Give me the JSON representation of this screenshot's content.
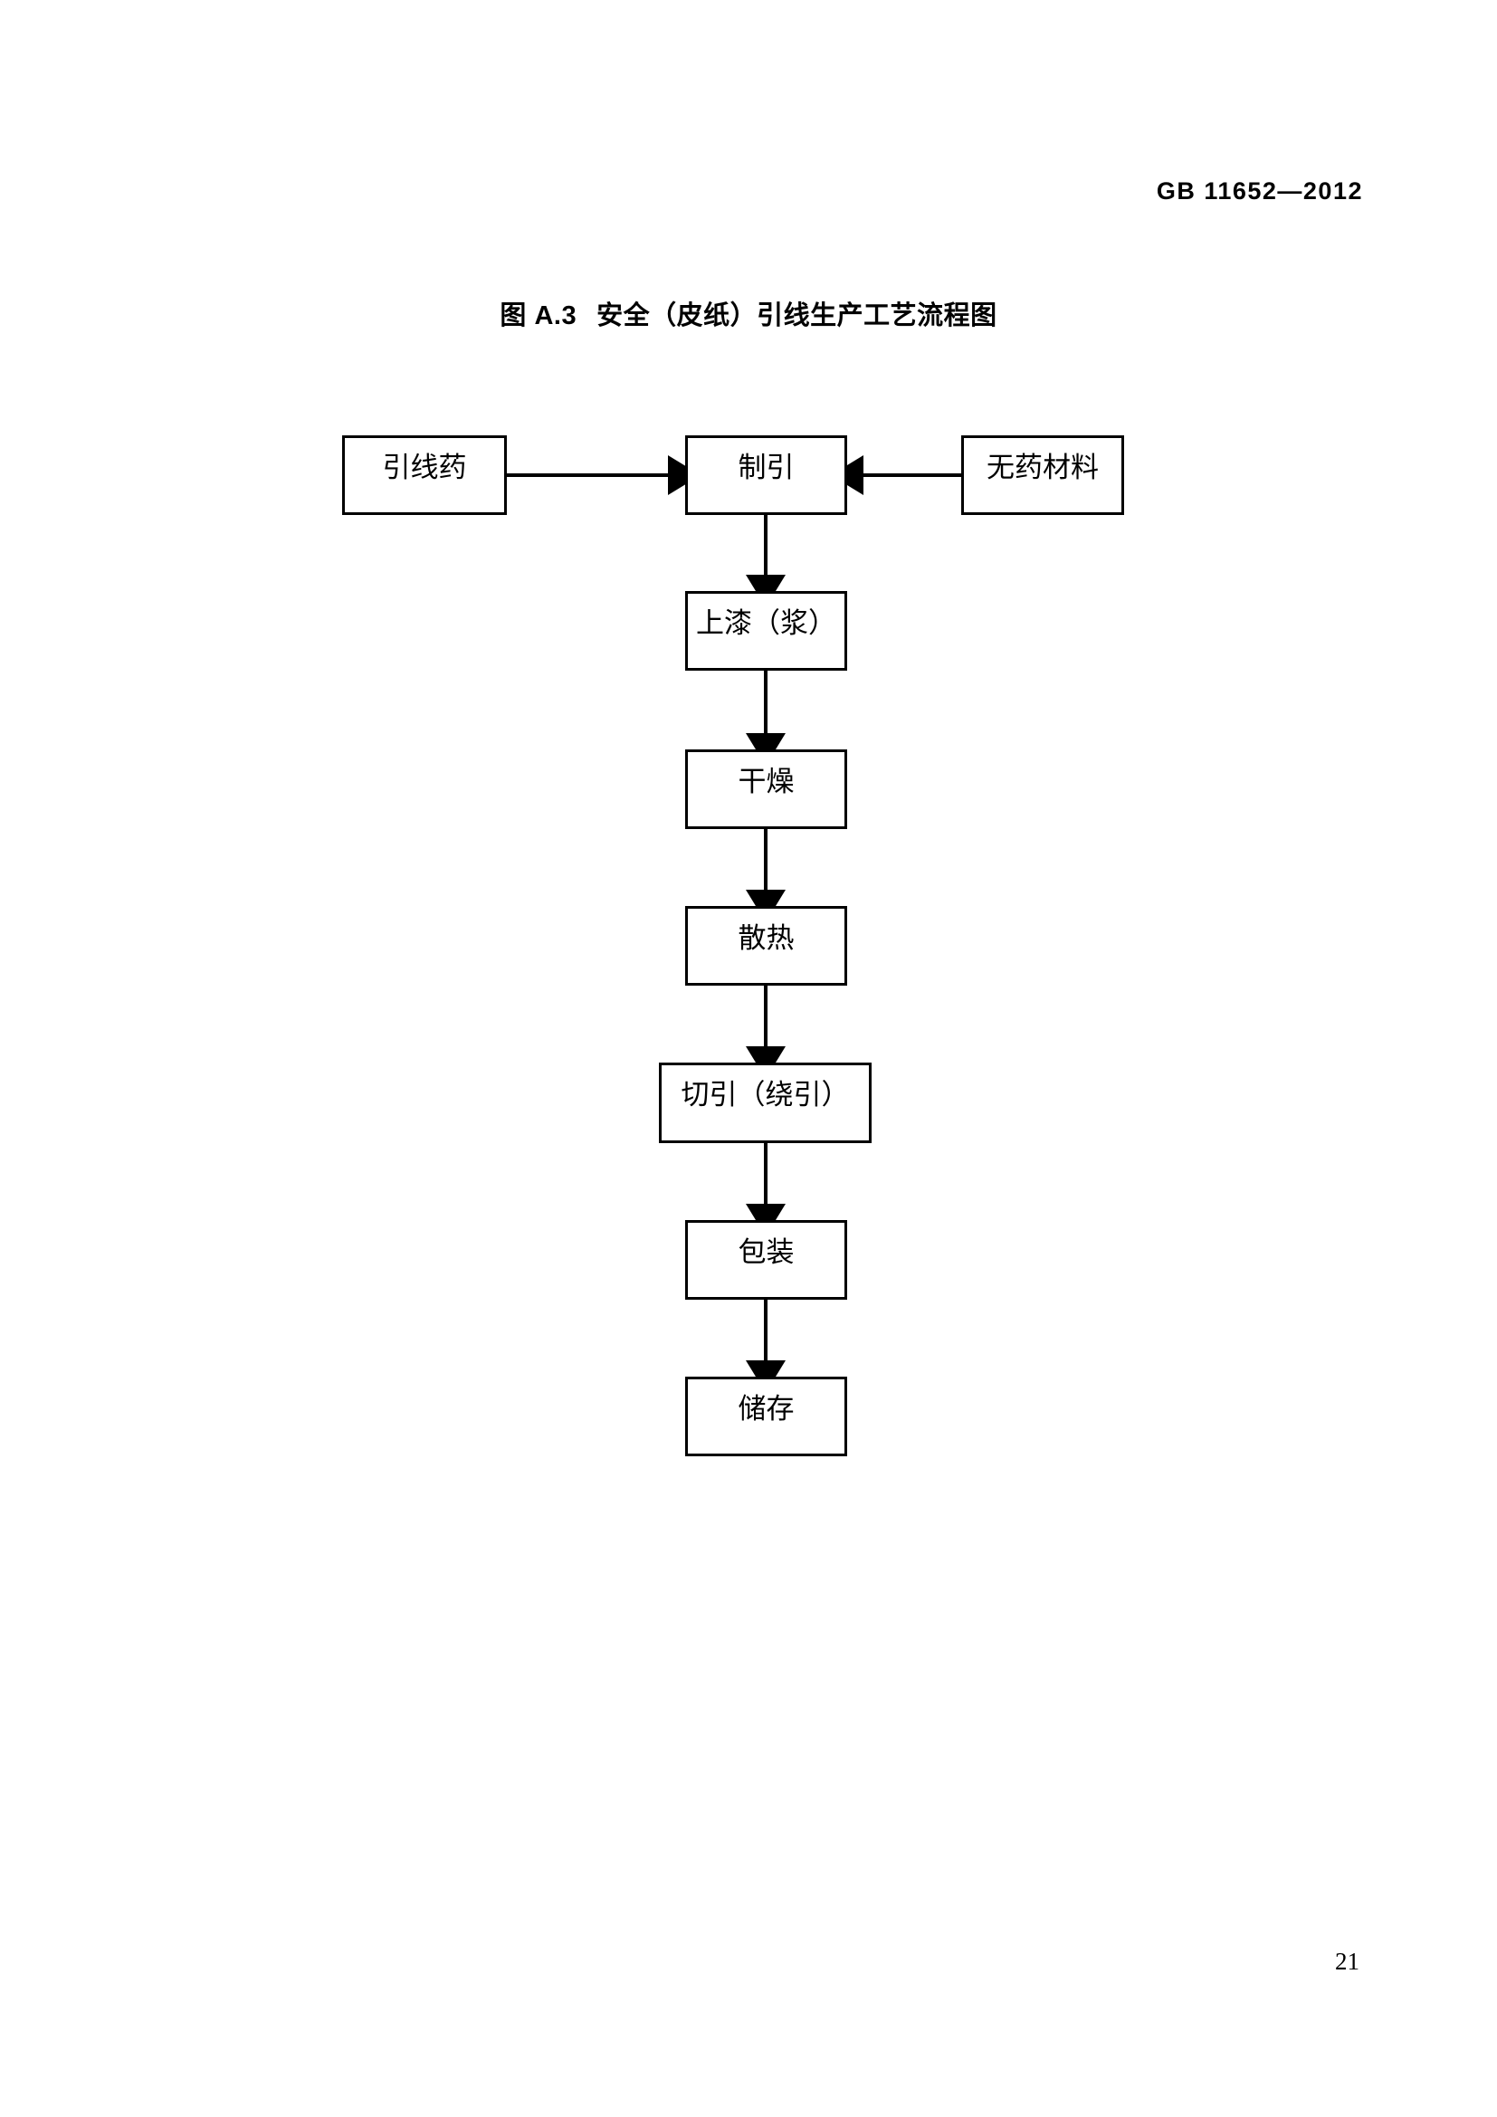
{
  "document": {
    "header": "GB  11652—2012",
    "page_number": "21"
  },
  "figure": {
    "number": "图 A.3",
    "caption": "安全（皮纸）引线生产工艺流程图",
    "type": "process-flow-diagram",
    "nodes": [
      {
        "id": "raw-fuse-powder",
        "label": "引线药"
      },
      {
        "id": "make-fuse",
        "label": "制引"
      },
      {
        "id": "inert-material",
        "label": "无药材料"
      },
      {
        "id": "paint-coating",
        "label": "上漆（浆）"
      },
      {
        "id": "drying",
        "label": "干燥"
      },
      {
        "id": "heat-dissipation",
        "label": "散热"
      },
      {
        "id": "cut-or-wind",
        "label": "切引（绕引）"
      },
      {
        "id": "packaging",
        "label": "包装"
      },
      {
        "id": "storage",
        "label": "储存"
      }
    ],
    "edges": [
      {
        "from": "raw-fuse-powder",
        "to": "make-fuse",
        "direction": "right"
      },
      {
        "from": "inert-material",
        "to": "make-fuse",
        "direction": "left"
      },
      {
        "from": "make-fuse",
        "to": "paint-coating",
        "direction": "down"
      },
      {
        "from": "paint-coating",
        "to": "drying",
        "direction": "down"
      },
      {
        "from": "drying",
        "to": "heat-dissipation",
        "direction": "down"
      },
      {
        "from": "heat-dissipation",
        "to": "cut-or-wind",
        "direction": "down"
      },
      {
        "from": "cut-or-wind",
        "to": "packaging",
        "direction": "down"
      },
      {
        "from": "packaging",
        "to": "storage",
        "direction": "down"
      }
    ],
    "colors": {
      "stroke": "#000000",
      "fill": "#ffffff",
      "text": "#000000"
    }
  }
}
